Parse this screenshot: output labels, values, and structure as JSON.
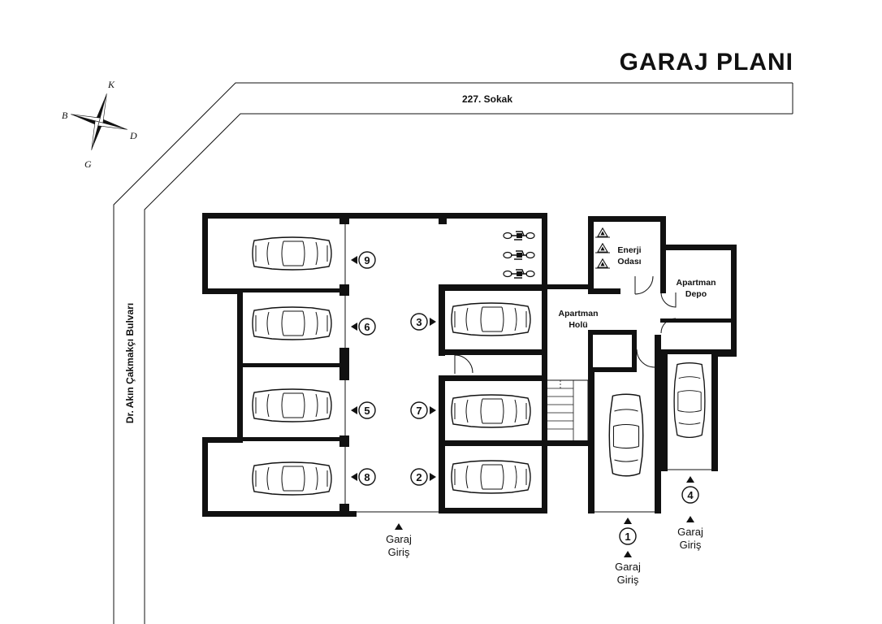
{
  "title": "GARAJ PLANI",
  "streets": {
    "north": "227. Sokak",
    "west": "Dr. Akın Çakmakçı Bulvarı"
  },
  "compass": {
    "north": "K",
    "west": "B",
    "east": "D",
    "south": "G"
  },
  "rooms": {
    "energy": [
      "Enerji",
      "Odası"
    ],
    "depot": [
      "Apartman",
      "Depo"
    ],
    "hall": [
      "Apartman",
      "Holü"
    ]
  },
  "spots": {
    "s9": "9",
    "s6": "6",
    "s5": "5",
    "s8": "8",
    "s3": "3",
    "s7": "7",
    "s2": "2",
    "s1": "1",
    "s4": "4"
  },
  "entrances": {
    "main": [
      "Garaj",
      "Giriş"
    ],
    "left": [
      "Garaj",
      "Giriş"
    ],
    "right": [
      "Garaj",
      "Giriş"
    ]
  }
}
